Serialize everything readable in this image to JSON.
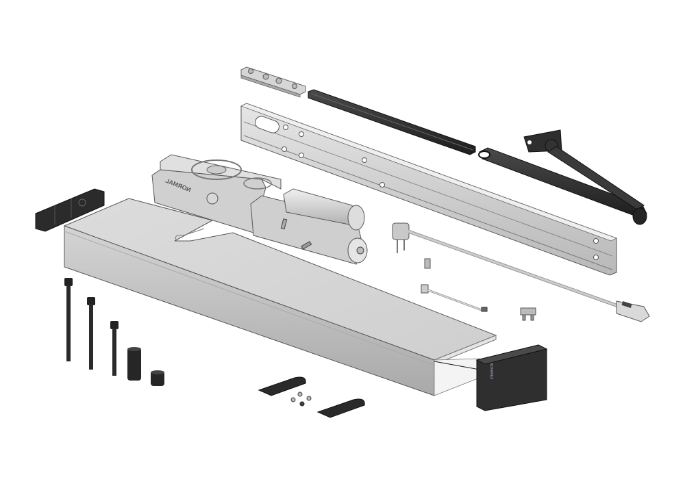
{
  "diagram": {
    "type": "exploded-view",
    "subject": "automatic swing door operator kit",
    "background": "#ffffff",
    "colors": {
      "metal_light": "#d9d9d9",
      "metal_mid": "#bdbdbd",
      "metal_dark": "#9a9a9a",
      "outline": "#555555",
      "black_part": "#2b2b2b",
      "black_part_edge": "#111111"
    },
    "parts": [
      {
        "id": "mounting-plate",
        "label": ""
      },
      {
        "id": "slide-rail-black",
        "label": ""
      },
      {
        "id": "mounting-profile",
        "label": ""
      },
      {
        "id": "arm-assembly",
        "label": ""
      },
      {
        "id": "drive-unit",
        "label": "",
        "embossed_text": "NORMAL"
      },
      {
        "id": "left-end-cap",
        "label": ""
      },
      {
        "id": "cover",
        "label": ""
      },
      {
        "id": "right-end-cap",
        "label": "",
        "logo_text": "NOVAREX"
      },
      {
        "id": "power-cord",
        "label": ""
      },
      {
        "id": "small-tab",
        "label": ""
      },
      {
        "id": "sensor-cable",
        "label": ""
      },
      {
        "id": "cable-clip",
        "label": ""
      },
      {
        "id": "screw-long",
        "label": ""
      },
      {
        "id": "screw-medium",
        "label": ""
      },
      {
        "id": "screw-short",
        "label": ""
      },
      {
        "id": "spacer-long",
        "label": ""
      },
      {
        "id": "spacer-short",
        "label": ""
      },
      {
        "id": "pad-left",
        "label": ""
      },
      {
        "id": "pad-right",
        "label": ""
      },
      {
        "id": "small-screws",
        "label": "",
        "count": 4
      }
    ]
  }
}
